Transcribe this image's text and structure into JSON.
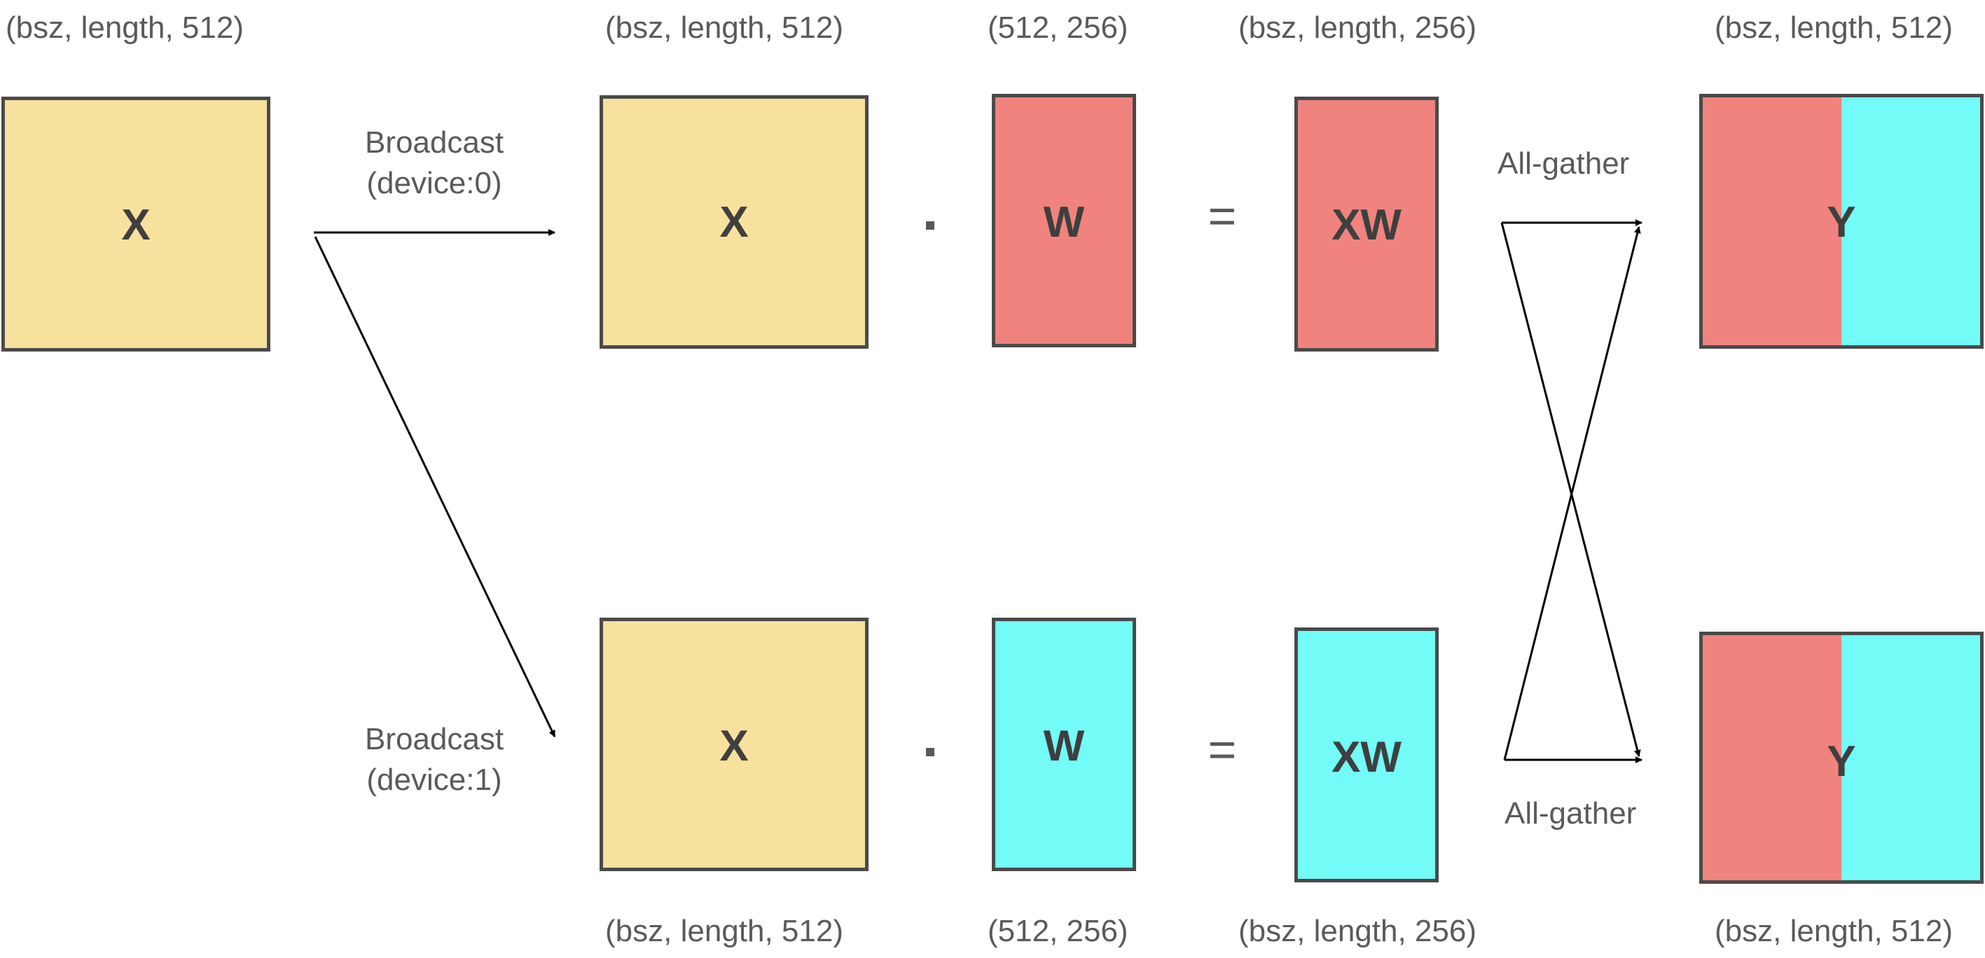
{
  "colors": {
    "x_fill": "#f6e19d",
    "device0_fill": "#f0837d",
    "device1_fill": "#72fbf7",
    "border": "#4a4a4a",
    "text": "#3f3f3f",
    "label": "#5a5a5a",
    "arrow": "#000000"
  },
  "input": {
    "shape": "(bsz, length, 512)",
    "label": "X"
  },
  "broadcast": {
    "device0": {
      "line1": "Broadcast",
      "line2": "(device:0)"
    },
    "device1": {
      "line1": "Broadcast",
      "line2": "(device:1)"
    }
  },
  "rows": [
    {
      "x_shape": "(bsz, length, 512)",
      "x_label": "X",
      "w_shape": "(512, 256)",
      "w_label": "W",
      "xw_shape": "(bsz, length, 256)",
      "xw_label": "XW",
      "y_shape": "(bsz, length, 512)",
      "y_label": "Y",
      "equals": "="
    },
    {
      "x_shape": "(bsz, length, 512)",
      "x_label": "X",
      "w_shape": "(512, 256)",
      "w_label": "W",
      "xw_shape": "(bsz, length, 256)",
      "xw_label": "XW",
      "y_shape": "(bsz, length, 512)",
      "y_label": "Y",
      "equals": "="
    }
  ],
  "allgather": {
    "top": "All-gather",
    "bottom": "All-gather"
  }
}
